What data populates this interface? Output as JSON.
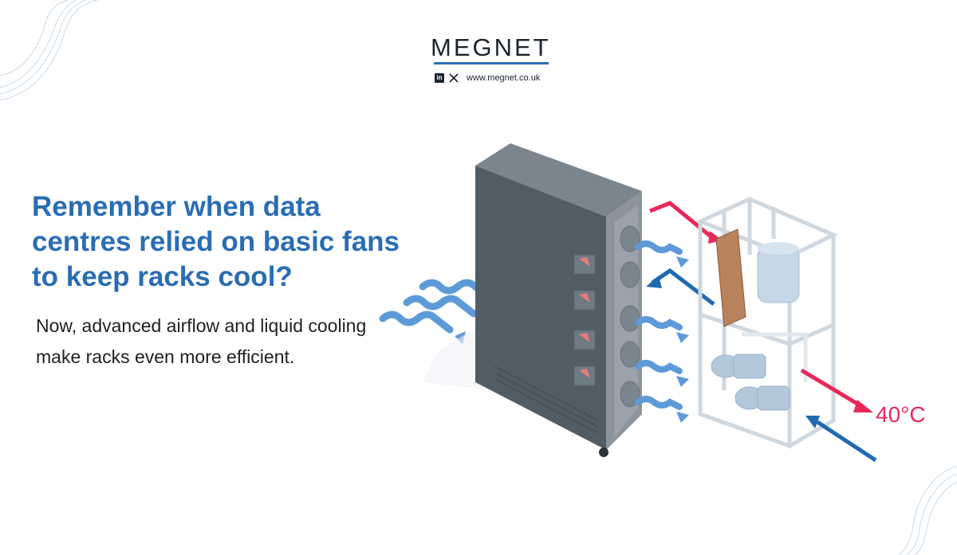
{
  "brand": {
    "logo_text": "MEGNET",
    "website": "www.megnet.co.uk",
    "accent": "#2f6fb6"
  },
  "social": {
    "icons": [
      "linkedin-icon",
      "x-icon"
    ]
  },
  "headline": "Remember when data centres relied on basic fans to keep racks cool?",
  "body": "Now, advanced airflow and liquid cooling make racks even more efficient.",
  "illustration": {
    "temperature_label": "40°C"
  },
  "colors": {
    "headline": "#2a6db3",
    "hot_arrow": "#e8285a",
    "cool_arrow": "#1f6ab0",
    "airflow": "#5e9ad8"
  }
}
